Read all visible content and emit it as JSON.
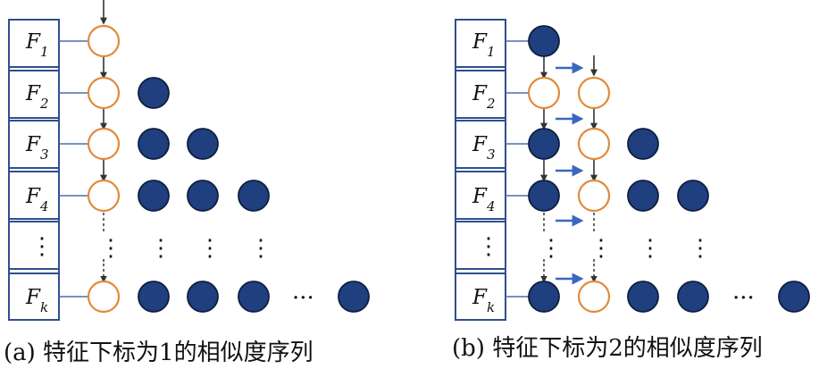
{
  "features": [
    {
      "letter": "F",
      "sub": "1"
    },
    {
      "letter": "F",
      "sub": "2"
    },
    {
      "letter": "F",
      "sub": "3"
    },
    {
      "letter": "F",
      "sub": "4"
    },
    {
      "letter": "⋮",
      "sub": ""
    },
    {
      "letter": "F",
      "sub": "k"
    }
  ],
  "ellipsis": "···",
  "vdots": "⋮",
  "panels": [
    {
      "caption": "(a) 特征下标为1的相似度序列"
    },
    {
      "caption": "(b) 特征下标为2的相似度序列"
    }
  ],
  "colors": {
    "filled": "#1f3f7f",
    "ring": "#e08a3a",
    "box": "#2f4f8f",
    "link": "#4a6fb0",
    "arrow_blue": "#3a68c0",
    "arrow_dark": "#333333"
  }
}
